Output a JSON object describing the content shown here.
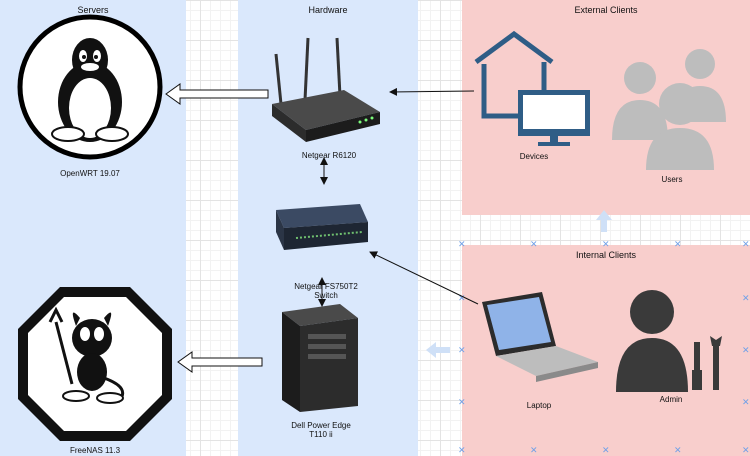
{
  "panels": {
    "servers": "Servers",
    "hardware": "Hardware",
    "external": "External Clients",
    "internal": "Internal Clients"
  },
  "nodes": {
    "openwrt": "OpenWRT 19.07",
    "freenas": "FreeNAS 11.3",
    "router": "Netgear R6120",
    "switch_line1": "Netgear FS750T2",
    "switch_line2": "Switch",
    "server_line1": "Dell Power Edge",
    "server_line2": "T110 ii",
    "devices": "Devices",
    "users": "Users",
    "laptop": "Laptop",
    "admin": "Admin"
  },
  "colors": {
    "servers_bg": "#dae8fc",
    "hardware_bg": "#dae8fc",
    "clients_bg": "#f8cecc",
    "icon_blue": "#2f5d86",
    "icon_gray": "#bdbdbd",
    "icon_dark": "#3a3a3a"
  }
}
